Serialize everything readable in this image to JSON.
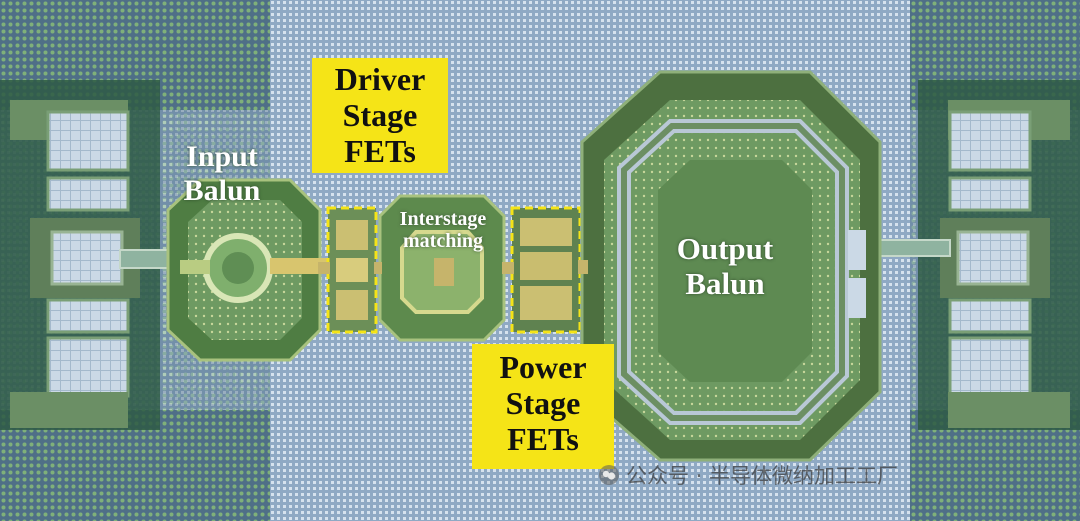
{
  "labels": {
    "driver": [
      "Driver",
      "Stage",
      "FETs"
    ],
    "interstage": [
      "Interstage",
      "matching"
    ],
    "input": [
      "Input",
      "Balun"
    ],
    "output": [
      "Output",
      "Balun"
    ],
    "power": [
      "Power",
      "Stage",
      "FETs"
    ]
  },
  "watermark": {
    "text": "公众号 · 半导体微纳加工工厂"
  },
  "colors": {
    "highlight_box": "#f5e417",
    "dashed_outline": "#f5e417",
    "metal": "#2f7f56",
    "substrate": "#6f8fa8",
    "fill_pattern": "#c9d8e8"
  }
}
